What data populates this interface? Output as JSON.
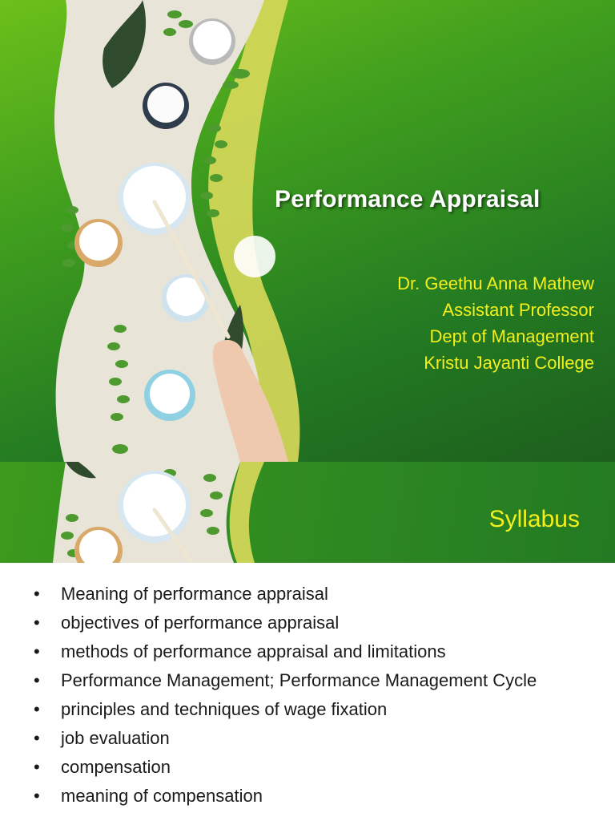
{
  "slide1": {
    "title": "Performance Appraisal",
    "author_lines": [
      "Dr. Geethu Anna Mathew",
      "Assistant Professor",
      "Dept of Management",
      "Kristu Jayanti College"
    ]
  },
  "slide2": {
    "heading": "Syllabus",
    "bullets": [
      " Meaning of performance appraisal",
      " objectives of performance appraisal",
      " methods of performance appraisal and limitations",
      "Performance Management; Performance Management Cycle",
      " principles and techniques of wage fixation",
      " job evaluation",
      " compensation",
      " meaning of compensation"
    ]
  },
  "colors": {
    "green_light": "#6cc01a",
    "green_dark": "#1d5e1d",
    "title_text": "#ffffff",
    "accent_yellow": "#f2ef1c",
    "body_text": "#1a1a1a"
  }
}
